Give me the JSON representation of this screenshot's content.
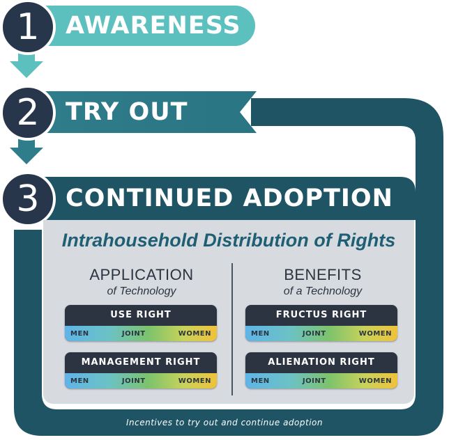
{
  "colors": {
    "step1": "#5bc0be",
    "step2": "#2f7c8a",
    "step3": "#1e5464",
    "loop": "#1e5464",
    "circle": "#27364a",
    "panel": "#d7dbe0",
    "title_text": "#1f5f73",
    "card": "#2b3440"
  },
  "steps": [
    {
      "number": "1",
      "label": "AWARENESS"
    },
    {
      "number": "2",
      "label": "TRY OUT"
    },
    {
      "number": "3",
      "label": "CONTINUED ADOPTION"
    }
  ],
  "panel": {
    "title": "Intrahousehold Distribution of Rights",
    "columns": [
      {
        "heading": "APPLICATION",
        "subheading": "of Technology",
        "cards": [
          {
            "title": "USE RIGHT",
            "scale": [
              "MEN",
              "JOINT",
              "WOMEN"
            ]
          },
          {
            "title": "MANAGEMENT RIGHT",
            "scale": [
              "MEN",
              "JOINT",
              "WOMEN"
            ]
          }
        ]
      },
      {
        "heading": "BENEFITS",
        "subheading": "of a Technology",
        "cards": [
          {
            "title": "FRUCTUS RIGHT",
            "scale": [
              "MEN",
              "JOINT",
              "WOMEN"
            ]
          },
          {
            "title": "ALIENATION RIGHT",
            "scale": [
              "MEN",
              "JOINT",
              "WOMEN"
            ]
          }
        ]
      }
    ]
  },
  "caption": "Incentives to try out and continue adoption"
}
